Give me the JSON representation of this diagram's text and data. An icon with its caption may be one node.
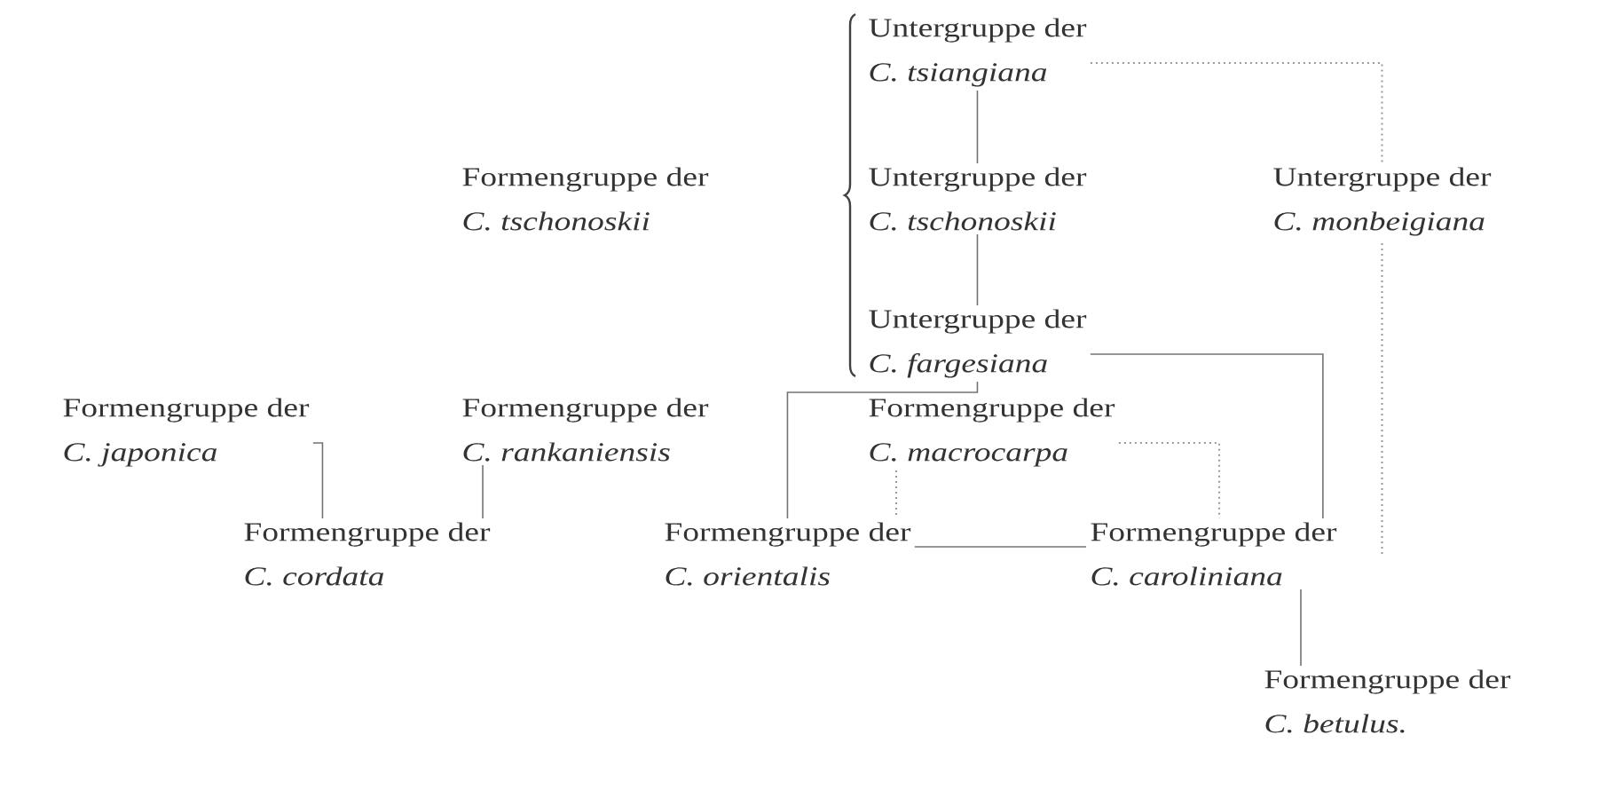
{
  "diagram": {
    "nodes": [
      {
        "text": [
          "Formengruppe der",
          "*C. tschonoskii*"
        ]
      },
      {
        "text": [
          "Untergruppe der",
          "*C. tsiangiana*"
        ]
      },
      {
        "text": [
          "Untergruppe der",
          "*C. tschonoskii*"
        ]
      },
      {
        "text": [
          "Untergruppe der",
          "*C. monbeigiana*"
        ]
      },
      {
        "text": [
          "Untergruppe der",
          "*C. fargesiana*"
        ]
      },
      {
        "text": [
          "Formengruppe der",
          "*C. japonica*"
        ]
      },
      {
        "text": [
          "Formengruppe der",
          "*C. rankaniensis*"
        ]
      },
      {
        "text": [
          "Formengruppe der",
          "*C. macrocarpa*"
        ]
      },
      {
        "text": [
          "Formengruppe der",
          "*C. cordata*"
        ]
      },
      {
        "text": [
          "Formengruppe der",
          "*C. orientalis*"
        ]
      },
      {
        "text": [
          "Formengruppe der",
          "*C. caroliniana*"
        ]
      },
      {
        "text": [
          "Formengruppe der",
          "*C. betulus.*"
        ]
      }
    ],
    "edges": [
      {
        "from": 1,
        "to": 2,
        "arrow": "none"
      },
      {
        "from": 2,
        "to": 4,
        "arrow": "none"
      },
      {
        "from": 1,
        "to": 3,
        "arrow": "none",
        "style": "dashed"
      },
      {
        "from": 3,
        "to": 10,
        "arrow": "none",
        "style": "dashed"
      },
      {
        "from": 4,
        "to": 10,
        "arrow": "none"
      },
      {
        "from": 4,
        "to": 9,
        "arrow": "none"
      },
      {
        "from": 5,
        "to": 8,
        "arrow": "none"
      },
      {
        "from": 6,
        "to": 8,
        "arrow": "none"
      },
      {
        "from": 7,
        "to": 9,
        "arrow": "none",
        "style": "dashed"
      },
      {
        "from": 7,
        "to": 10,
        "arrow": "none",
        "style": "dashed"
      },
      {
        "from": 9,
        "to": 10,
        "arrow": "none"
      },
      {
        "from": 10,
        "to": 11,
        "arrow": "none"
      }
    ]
  }
}
